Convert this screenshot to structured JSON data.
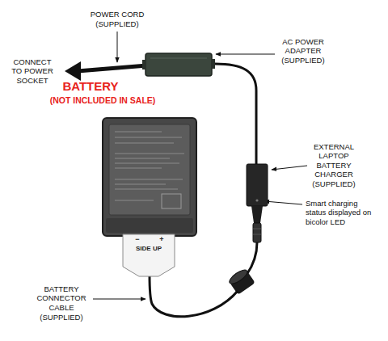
{
  "diagram": {
    "labels": [
      "POWER CORD",
      "(SUPPLIED)",
      "AC POWER ADAPTER",
      "(SUPPLIED)",
      "CONNECT TO POWER SOCKET",
      "BATTERY",
      "(NOT INCLUDED IN SALE)",
      "EXTERNAL LAPTOP BATTERY CHARGER",
      "(SUPPLIED)",
      "Smart charging status displayed on bicolor LED",
      "BATTERY CONNECTOR CABLE",
      "(SUPPLIED)",
      "−",
      "+",
      "SIDE UP"
    ]
  }
}
